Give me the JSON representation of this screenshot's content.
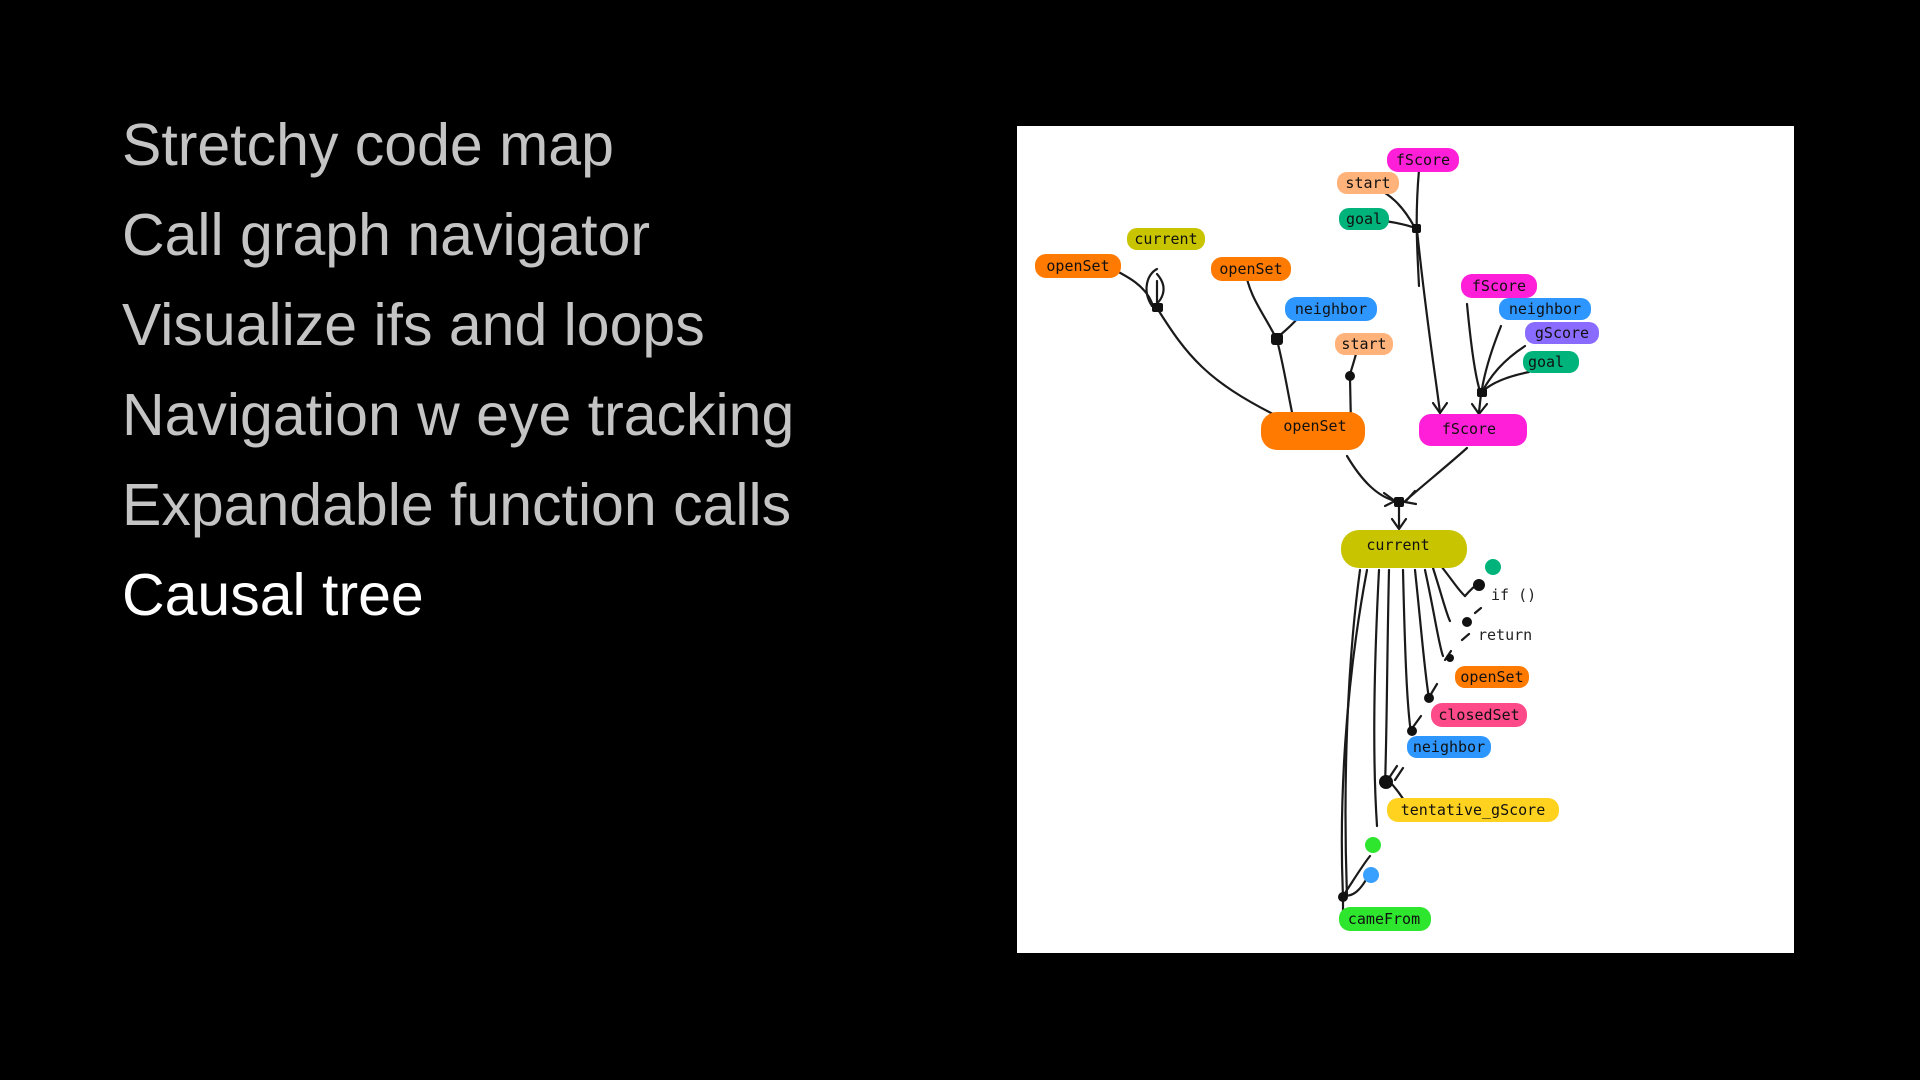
{
  "slide": {
    "items": [
      {
        "label": "Stretchy code map",
        "active": false
      },
      {
        "label": "Call graph navigator",
        "active": false
      },
      {
        "label": "Visualize ifs and loops",
        "active": false
      },
      {
        "label": "Navigation w eye tracking",
        "active": false
      },
      {
        "label": "Expandable function calls",
        "active": false
      },
      {
        "label": "Causal tree",
        "active": true
      }
    ]
  },
  "colors": {
    "magenta": "#ff1fd8",
    "peach": "#ffb27a",
    "teal": "#00b37a",
    "olive": "#c8c400",
    "orange": "#ff7a00",
    "blue": "#2e96ff",
    "purple": "#8a6bff",
    "pink": "#ff4a8a",
    "yellow": "#ffd21f",
    "green": "#2ee62e",
    "lightblue": "#3aa0ff"
  },
  "diagram": {
    "nodes": [
      {
        "id": "n1",
        "text": "fScore",
        "color": "magenta"
      },
      {
        "id": "n2",
        "text": "start",
        "color": "peach"
      },
      {
        "id": "n3",
        "text": "goal",
        "color": "teal"
      },
      {
        "id": "n4",
        "text": "current",
        "color": "olive"
      },
      {
        "id": "n5",
        "text": "openSet",
        "color": "orange"
      },
      {
        "id": "n6",
        "text": "openSet",
        "color": "orange"
      },
      {
        "id": "n7",
        "text": "neighbor",
        "color": "blue"
      },
      {
        "id": "n8",
        "text": "start",
        "color": "peach"
      },
      {
        "id": "n9",
        "text": "fScore",
        "color": "magenta"
      },
      {
        "id": "n10",
        "text": "neighbor",
        "color": "blue"
      },
      {
        "id": "n11",
        "text": "gScore",
        "color": "purple"
      },
      {
        "id": "n12",
        "text": "goal",
        "color": "teal"
      },
      {
        "id": "n13",
        "text": "openSet",
        "color": "orange"
      },
      {
        "id": "n14",
        "text": "fScore",
        "color": "magenta"
      },
      {
        "id": "n15",
        "text": "current",
        "color": "olive"
      },
      {
        "id": "n16",
        "text": "openSet",
        "color": "orange"
      },
      {
        "id": "n17",
        "text": "closedSet",
        "color": "pink"
      },
      {
        "id": "n18",
        "text": "neighbor",
        "color": "blue"
      },
      {
        "id": "n19",
        "text": "tentative_gScore",
        "color": "yellow"
      },
      {
        "id": "n20",
        "text": "cameFrom",
        "color": "green"
      }
    ],
    "code": {
      "if_label": "if ()",
      "return_label": "return"
    }
  }
}
